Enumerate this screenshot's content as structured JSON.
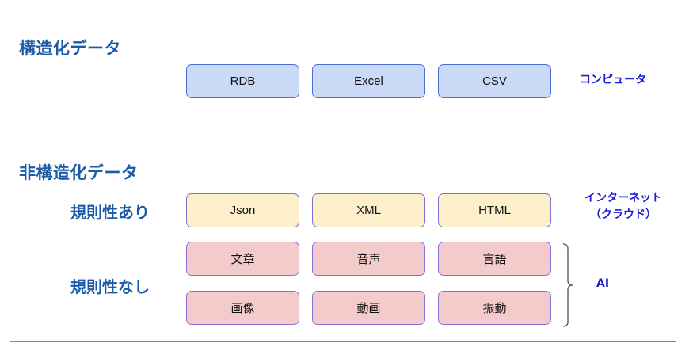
{
  "structured": {
    "title": "構造化データ",
    "boxes": [
      "RDB",
      "Excel",
      "CSV"
    ],
    "side_label": "コンピュータ"
  },
  "unstructured": {
    "title": "非構造化データ",
    "regular": {
      "label": "規則性あり",
      "boxes": [
        "Json",
        "XML",
        "HTML"
      ],
      "side_label_line1": "インターネット",
      "side_label_line2": "（クラウド）"
    },
    "irregular": {
      "label": "規則性なし",
      "row1": [
        "文章",
        "音声",
        "言語"
      ],
      "row2": [
        "画像",
        "動画",
        "振動"
      ],
      "side_label": "AI"
    }
  },
  "colors": {
    "title": "#1b5aa6",
    "side_label": "#1d1dd3",
    "blue_box": "#c9d9f6",
    "yellow_box": "#fcefc9",
    "pink_box": "#f3cbcb"
  }
}
